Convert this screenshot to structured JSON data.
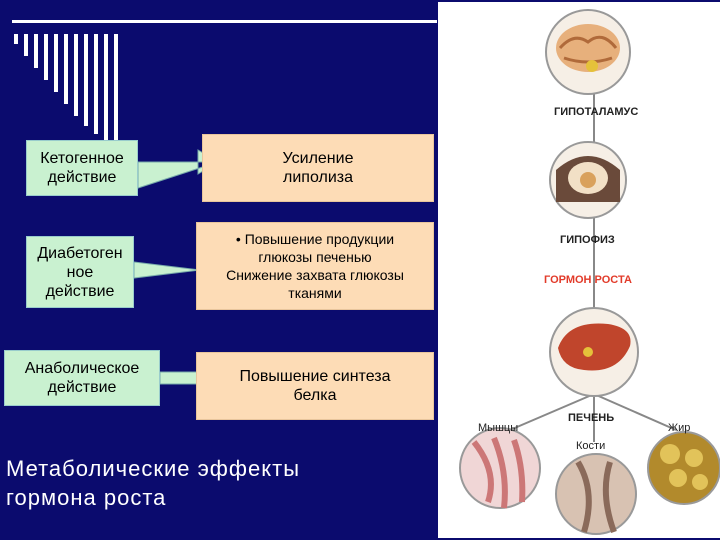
{
  "title_lines": [
    "Метаболические эффекты",
    "гормона роста"
  ],
  "effects": [
    {
      "name": "Кетогенное действие",
      "lines": [
        "Кетогенное",
        "действие"
      ],
      "result_lines": [
        "Усиление",
        "липолиза"
      ]
    },
    {
      "name": "Диабетогенное действие",
      "lines": [
        "Диабетоген",
        "ное",
        "действие"
      ],
      "result_lines": [
        "• Повышение продукции",
        "глюкозы печенью",
        "Снижение захвата глюкозы",
        "тканями"
      ]
    },
    {
      "name": "Анаболическое действие",
      "lines": [
        "Анаболическое",
        "действие"
      ],
      "result_lines": [
        "Повышение синтеза",
        "белка"
      ]
    }
  ],
  "illustration": {
    "labels": {
      "hypothalamus": "ГИПОТАЛАМУС",
      "pituitary": "ГИПОФИЗ",
      "growth_hormone": "ГОРМОН РОСТА",
      "liver": "ПЕЧЕНЬ",
      "muscles": "Мышцы",
      "bones": "Кости",
      "fat": "Жир"
    },
    "growth_hormone_color": "#e23b2a"
  }
}
